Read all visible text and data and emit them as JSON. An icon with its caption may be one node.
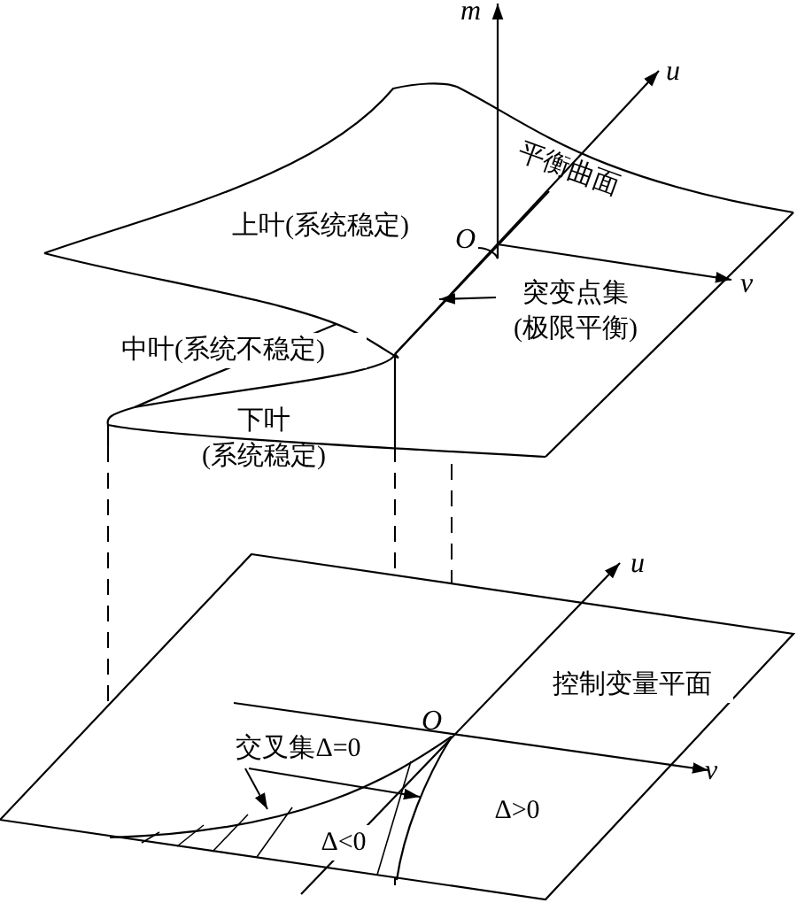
{
  "diagram": {
    "nodes": [
      {
        "text": [
          "上叶(系统稳定)"
        ]
      },
      {
        "text": [
          "中叶(系统不稳定)"
        ]
      },
      {
        "text": [
          "下叶(系统稳定)"
        ]
      },
      {
        "text": [
          "平衡曲面"
        ]
      },
      {
        "text": [
          "突变点集(极限平衡)"
        ]
      },
      {
        "text": [
          "控制变量平面"
        ]
      },
      {
        "text": [
          "交叉集Δ=0"
        ]
      },
      {
        "text": [
          "Δ<0"
        ]
      },
      {
        "text": [
          "Δ>0"
        ]
      }
    ],
    "edges": [
      {
        "from": 4,
        "to": null,
        "arrow": "to"
      },
      {
        "from": 6,
        "to": null,
        "arrow": "to"
      },
      {
        "from": 6,
        "to": null,
        "arrow": "to"
      }
    ],
    "labels": [
      "m",
      "u",
      "O",
      "v",
      "u",
      "O",
      "v"
    ]
  }
}
